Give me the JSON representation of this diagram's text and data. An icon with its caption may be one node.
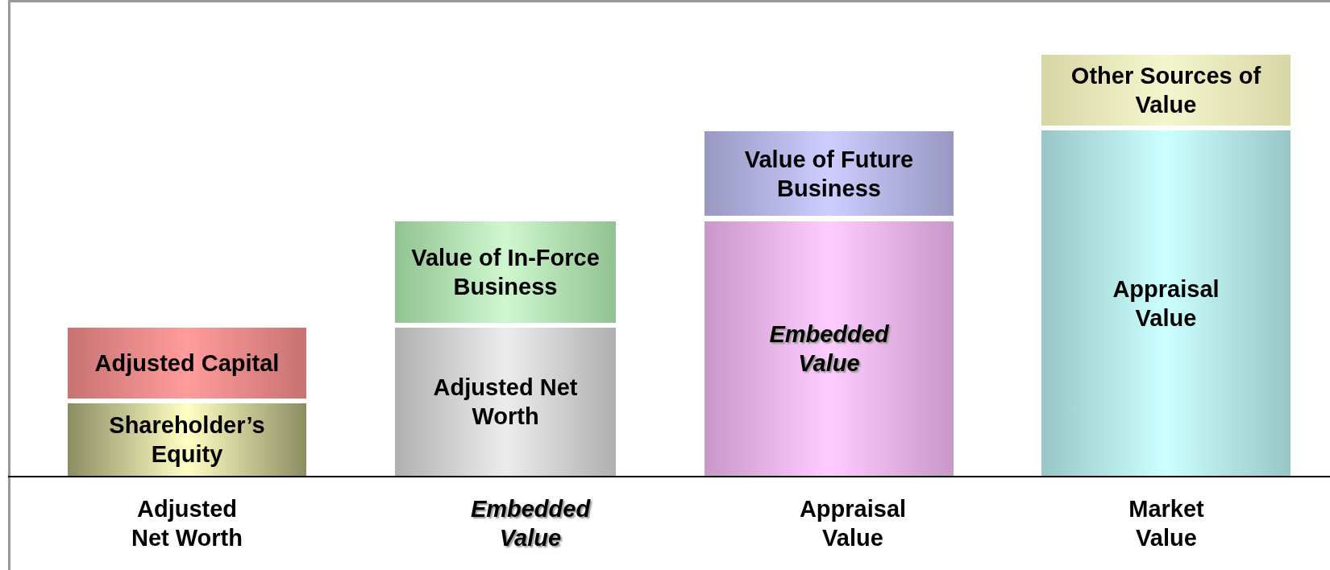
{
  "diagram": {
    "nodes": [
      {
        "text": [
          "Adjusted Capital"
        ]
      },
      {
        "text": [
          "Shareholder’s Equity"
        ]
      },
      {
        "text": [
          "Value of In-Force Business"
        ]
      },
      {
        "text": [
          "Adjusted Net Worth"
        ]
      },
      {
        "text": [
          "Value of Future Business"
        ]
      },
      {
        "text": [
          "Embedded Value"
        ]
      },
      {
        "text": [
          "Other Sources of Value"
        ]
      },
      {
        "text": [
          "Appraisal Value"
        ]
      }
    ],
    "labels": [
      "Adjusted Net Worth",
      "Embedded Value",
      "Appraisal Value",
      "Market Value"
    ]
  }
}
